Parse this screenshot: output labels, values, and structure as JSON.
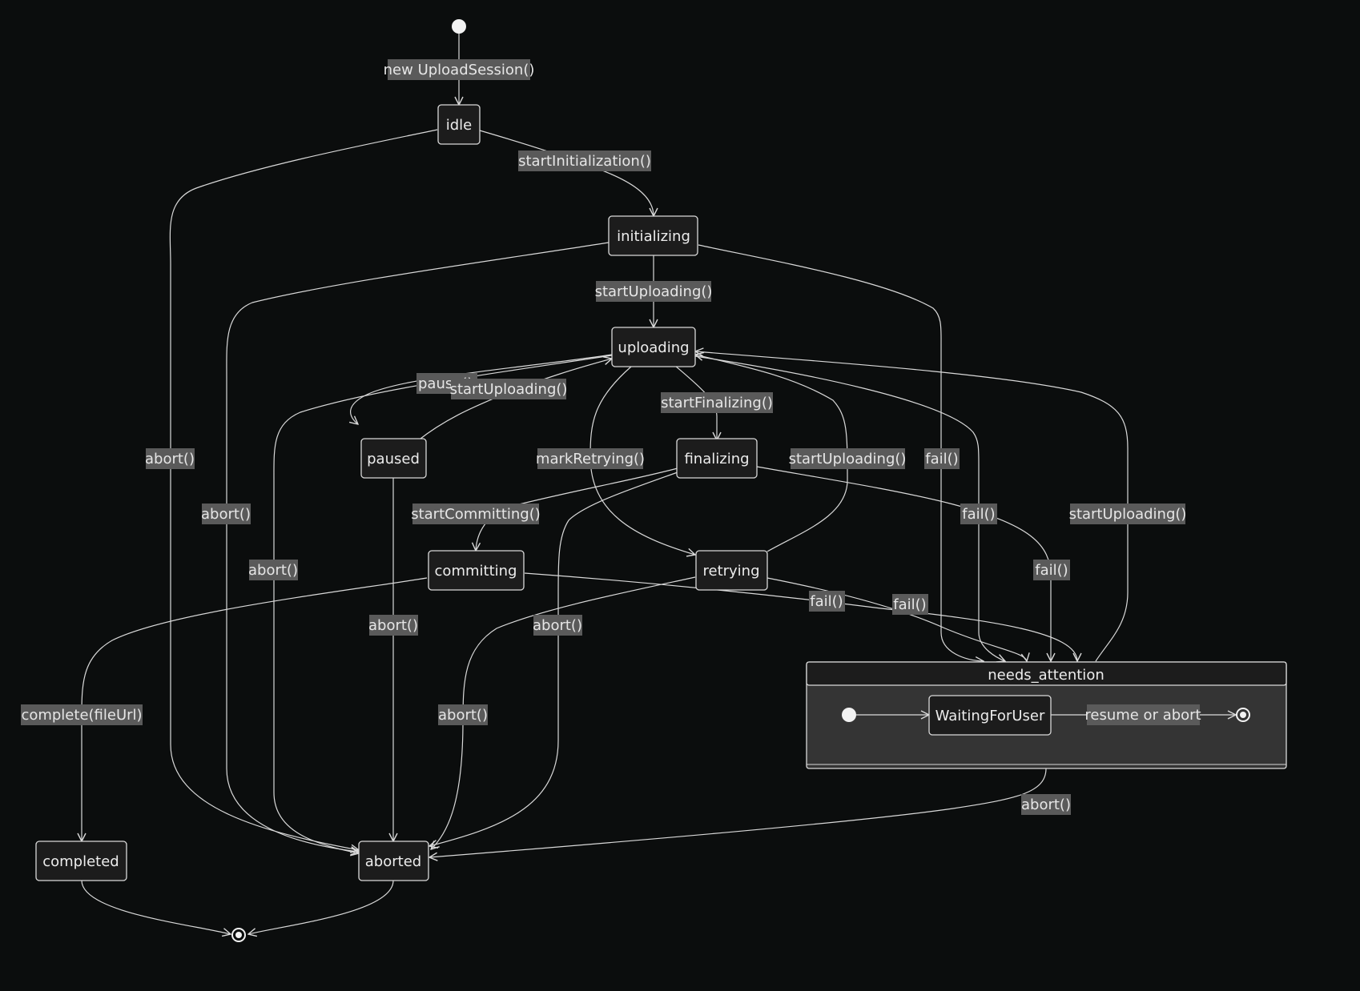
{
  "diagram": {
    "type": "state-diagram",
    "states": {
      "idle": "idle",
      "initializing": "initializing",
      "uploading": "uploading",
      "paused": "paused",
      "finalizing": "finalizing",
      "committing": "committing",
      "retrying": "retrying",
      "needs_attention": "needs_attention",
      "waiting_for_user": "WaitingForUser",
      "completed": "completed",
      "aborted": "aborted"
    },
    "transitions": {
      "start_to_idle": "new UploadSession()",
      "idle_to_initializing": "startInitialization()",
      "idle_to_aborted": "abort()",
      "initializing_to_uploading": "startUploading()",
      "initializing_to_aborted": "abort()",
      "initializing_to_needs_attention": "fail()",
      "uploading_to_paused": "pause()",
      "paused_to_uploading": "startUploading()",
      "uploading_to_finalizing": "startFinalizing()",
      "uploading_to_retrying": "markRetrying()",
      "uploading_to_aborted": "abort()",
      "uploading_to_needs_attention": "fail()",
      "retrying_to_uploading": "startUploading()",
      "needs_attention_to_uploading": "startUploading()",
      "paused_to_aborted": "abort()",
      "finalizing_to_committing": "startCommitting()",
      "finalizing_to_aborted": "abort()",
      "finalizing_to_needs_attention": "fail()",
      "committing_to_completed": "complete(fileUrl)",
      "committing_to_needs_attention": "fail()",
      "retrying_to_aborted": "abort()",
      "retrying_to_needs_attention": "fail()",
      "needs_attention_to_aborted": "abort()",
      "waiting_internal": "resume or abort"
    }
  }
}
